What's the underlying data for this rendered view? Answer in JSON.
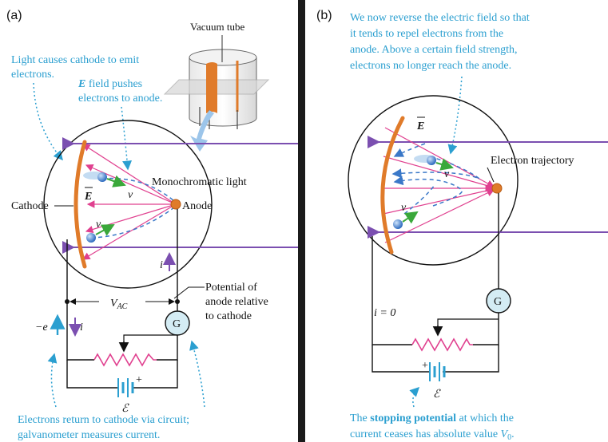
{
  "panel_a": {
    "tag": "(a)",
    "vacuum_tube": "Vacuum tube",
    "light_note": [
      "Light causes cathode to emit",
      "electrons."
    ],
    "e_field_symbol": "E",
    "e_field_note_rest": "field pushes",
    "e_field_note_line2": "electrons to anode.",
    "light_label": "Monochromatic light",
    "cathode": "Cathode",
    "anode": "Anode",
    "field_symbol": "E",
    "velocity_symbol": "v",
    "current_symbol": "i",
    "potential_label": [
      "Potential of",
      "anode relative",
      "to cathode"
    ],
    "voltage_symbol": "V",
    "voltage_sub": "AC",
    "electron_charge": "−e",
    "galvanometer": "G",
    "plus": "+",
    "emf_symbol": "ℰ",
    "caption": [
      "Electrons return to cathode via circuit;",
      "galvanometer measures current."
    ]
  },
  "panel_b": {
    "tag": "(b)",
    "note": [
      "We now reverse the electric field so that",
      "it tends to repel electrons from the",
      "anode. Above a certain field strength,",
      "electrons no longer reach the anode."
    ],
    "field_symbol": "E",
    "velocity_symbol": "v",
    "trajectory_label": "Electron trajectory",
    "zero_current": "i = 0",
    "galvanometer": "G",
    "plus": "+",
    "emf_symbol": "ℰ",
    "caption_prefix": "The",
    "caption_bold": "stopping potential",
    "caption_rest": "at which the",
    "caption_line2": "current ceases has absolute value",
    "caption_v": "V",
    "caption_v_sub": "0",
    "caption_end": "."
  },
  "colors": {
    "annotation": "#2b9fd0",
    "light_beam": "#7b4fb0",
    "field_lines": "#e0408f",
    "cathode": "#e07b2a",
    "electron": "#3a78c8",
    "velocity_arrow": "#3aa83a",
    "wire": "#111111",
    "galvanometer_fill": "#d4ecf4"
  }
}
